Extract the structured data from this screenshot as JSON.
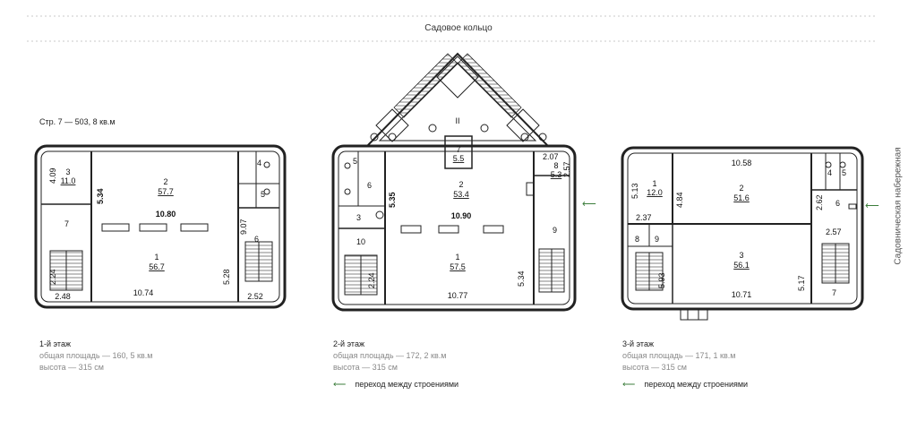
{
  "streets": {
    "top": "Садовое кольцо",
    "right": "Садовническая набережная"
  },
  "building_label": "Стр. 7 — 503, 8 кв.м",
  "floors": [
    {
      "title": "1-й этаж",
      "area": "общая площадь — 160, 5 кв.м",
      "height": "высота — 315 см",
      "rooms": [
        {
          "num": "1",
          "area": "56.7"
        },
        {
          "num": "2",
          "area": "57.7"
        },
        {
          "num": "3",
          "area": "11.0"
        },
        {
          "num": "4",
          "area": ""
        },
        {
          "num": "5",
          "area": ""
        },
        {
          "num": "6",
          "area": ""
        },
        {
          "num": "7",
          "area": ""
        }
      ],
      "dims": [
        "4.09",
        "5.34",
        "10.80",
        "10.74",
        "2.48",
        "2.24",
        "9.07",
        "5.28",
        "2.52"
      ]
    },
    {
      "title": "2-й этаж",
      "area": "общая площадь — 172, 2 кв.м",
      "height": "высота — 315 см",
      "transition": "переход между строениями",
      "rooms": [
        {
          "num": "1",
          "area": "57.5"
        },
        {
          "num": "2",
          "area": "53.4"
        },
        {
          "num": "3",
          "area": ""
        },
        {
          "num": "5",
          "area": ""
        },
        {
          "num": "6",
          "area": ""
        },
        {
          "num": "7",
          "area": "5.5"
        },
        {
          "num": "8",
          "area": "5.3"
        },
        {
          "num": "9",
          "area": ""
        },
        {
          "num": "10",
          "area": ""
        },
        {
          "num": "II",
          "area": ""
        }
      ],
      "dims": [
        "5.35",
        "10.90",
        "10.77",
        "5.34",
        "2.07",
        "2.57",
        "2.24"
      ]
    },
    {
      "title": "3-й этаж",
      "area": "общая площадь — 171, 1 кв.м",
      "height": "высота — 315 см",
      "transition": "переход между строениями",
      "rooms": [
        {
          "num": "1",
          "area": "12.0"
        },
        {
          "num": "2",
          "area": "51.6"
        },
        {
          "num": "3",
          "area": "56.1"
        },
        {
          "num": "4",
          "area": ""
        },
        {
          "num": "5",
          "area": ""
        },
        {
          "num": "6",
          "area": ""
        },
        {
          "num": "7",
          "area": ""
        },
        {
          "num": "8",
          "area": ""
        },
        {
          "num": "9",
          "area": ""
        }
      ],
      "dims": [
        "10.58",
        "5.13",
        "4.84",
        "2.37",
        "2.62",
        "2.57",
        "5.17",
        "10.71",
        "5.93"
      ]
    }
  ],
  "colors": {
    "accent": "#3b7d3b",
    "wall": "#222222",
    "dash": "#bbbbbb"
  }
}
